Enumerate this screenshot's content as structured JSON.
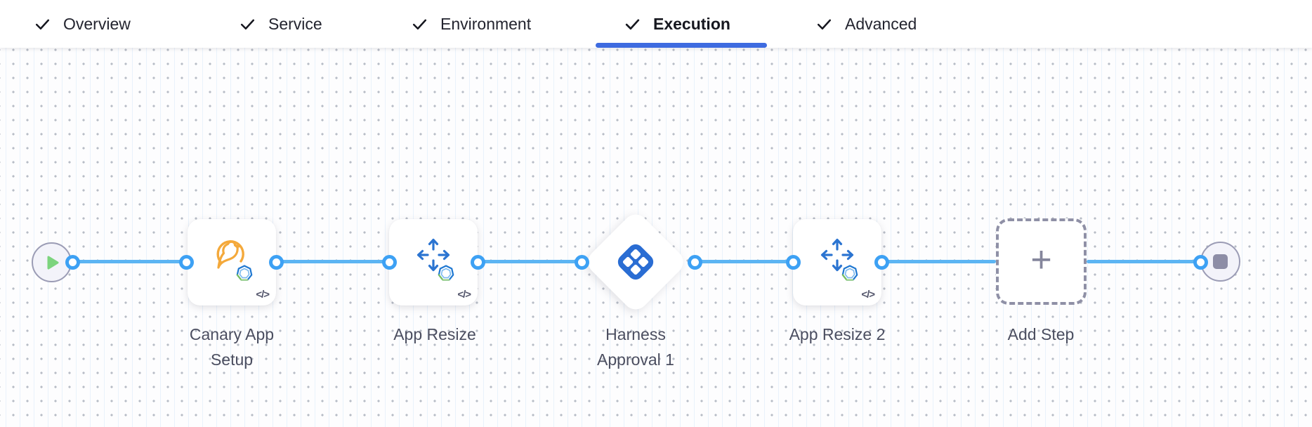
{
  "header": {
    "tabs": [
      {
        "label": "Overview",
        "completed": true,
        "active": false
      },
      {
        "label": "Service",
        "completed": true,
        "active": false
      },
      {
        "label": "Environment",
        "completed": true,
        "active": false
      },
      {
        "label": "Execution",
        "completed": true,
        "active": true
      },
      {
        "label": "Advanced",
        "completed": true,
        "active": false
      }
    ]
  },
  "pipeline": {
    "start_node": {
      "icon": "play-icon"
    },
    "end_node": {
      "icon": "stop-icon"
    },
    "steps": [
      {
        "label": "Canary App Setup",
        "icon": "canary-bird-icon",
        "badge": "</>",
        "shape": "card"
      },
      {
        "label": "App Resize",
        "icon": "resize-arrows-icon",
        "badge": "</>",
        "shape": "card"
      },
      {
        "label": "Harness Approval 1",
        "icon": "harness-logo-icon",
        "shape": "diamond"
      },
      {
        "label": "App Resize 2",
        "icon": "resize-arrows-icon",
        "badge": "</>",
        "shape": "card"
      },
      {
        "label": "Add Step",
        "icon": "plus-icon",
        "plus": "+",
        "shape": "dashed-placeholder"
      }
    ]
  },
  "colors": {
    "active_tab_underline": "#3e6be0",
    "edge_blue": "#5cb5f3",
    "port_blue": "#3da1f4",
    "play_green": "#7cd47e",
    "canary_orange": "#f4a93b",
    "step_icon_blue": "#2b74d1",
    "harness_logo_blue": "#2a6dd3",
    "terminal_gray": "#8d8da6",
    "label_text": "#4b4e60",
    "tab_text": "#23242f"
  }
}
